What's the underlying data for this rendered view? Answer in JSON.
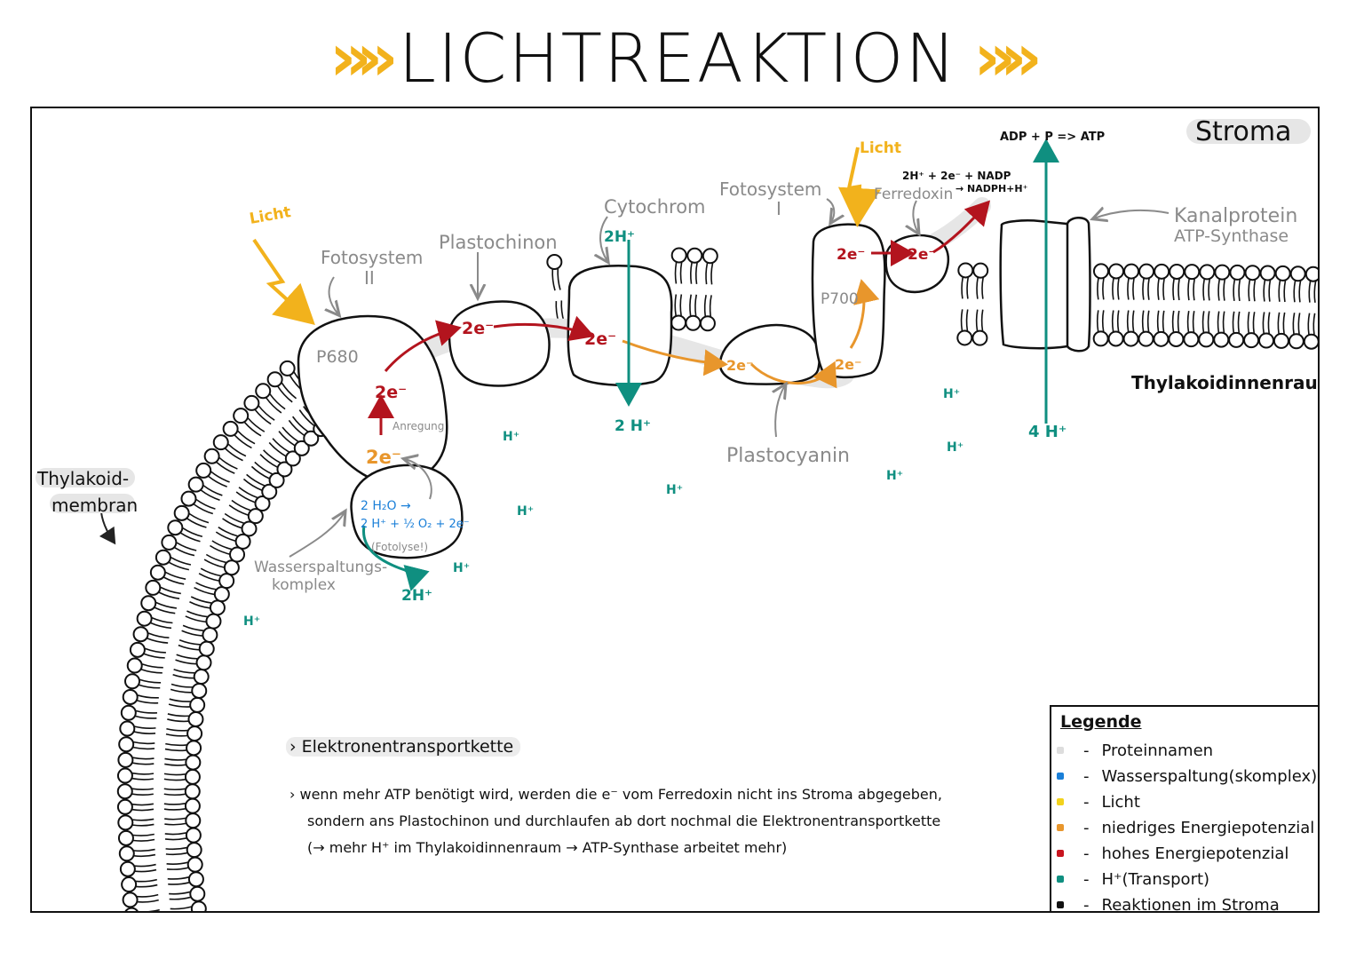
{
  "title": "LICHTREAKTION",
  "title_chevrons": "»",
  "colors": {
    "light": "#f2b21c",
    "low_energy": "#e8962c",
    "high_energy": "#b3141e",
    "proton": "#0f8f80",
    "water": "#1a7fd8",
    "protein_label": "#8a8a8a",
    "highlight": "#e6e6e6"
  },
  "regions": {
    "stroma": "Stroma",
    "lumen": "Thylakoidinnenraum",
    "membrane": [
      "Thylakoid-",
      "membran"
    ]
  },
  "proteins": {
    "ps2": {
      "label": [
        "Fotosystem",
        "II"
      ],
      "center": "P680"
    },
    "plastoquinone": "Plastochinon",
    "cytochrome": "Cytochrom",
    "plastocyanin": "Plastocyanin",
    "ps1": {
      "label": [
        "Fotosystem",
        "I"
      ],
      "center": "P700"
    },
    "ferredoxin": "Ferredoxin",
    "atp_synthase": [
      "Kanalprotein",
      "ATP-Synthase"
    ],
    "water_complex": [
      "Wasserspaltungs-",
      "komplex"
    ]
  },
  "light": {
    "label": "Licht"
  },
  "electrons": {
    "e2": "2e⁻",
    "excitation": "Anregung"
  },
  "photolysis": {
    "line1": "2 H₂O →",
    "line2": "2 H⁺ + ½ O₂ + 2e⁻",
    "note": "(Fotolyse!)"
  },
  "protons": {
    "h": "H⁺",
    "two": "2 H⁺",
    "two_tight": "2H⁺",
    "four": "4 H⁺"
  },
  "reactions": {
    "nadp_line1": "2H⁺ + 2e⁻ + NADP",
    "nadp_line2": "→ NADPH+H⁺",
    "atp": "ADP + P => ATP"
  },
  "legend": {
    "title": "Legende",
    "items": [
      {
        "color": "#dddddd",
        "label": "Proteinnamen"
      },
      {
        "color": "#1a7fd8",
        "label": "Wasserspaltung(skomplex)"
      },
      {
        "color": "#f2d21c",
        "label": "Licht"
      },
      {
        "color": "#e8962c",
        "label": "niedriges Energiepotenzial"
      },
      {
        "color": "#c8141e",
        "label": "hohes Energiepotenzial"
      },
      {
        "color": "#0f8f80",
        "label": "H⁺(Transport)"
      },
      {
        "color": "#111111",
        "label": "Reaktionen im Stroma"
      }
    ]
  },
  "notes": {
    "heading": "› Elektronentransportkette",
    "body": "› wenn mehr ATP benötigt wird, werden die e⁻ vom Ferredoxin nicht ins Stroma abgegeben, sondern ans Plastochinon und durchlaufen ab dort nochmal die Elektronentransportkette (→ mehr H⁺ im Thylakoidinnenraum → ATP-Synthase arbeitet mehr)"
  }
}
